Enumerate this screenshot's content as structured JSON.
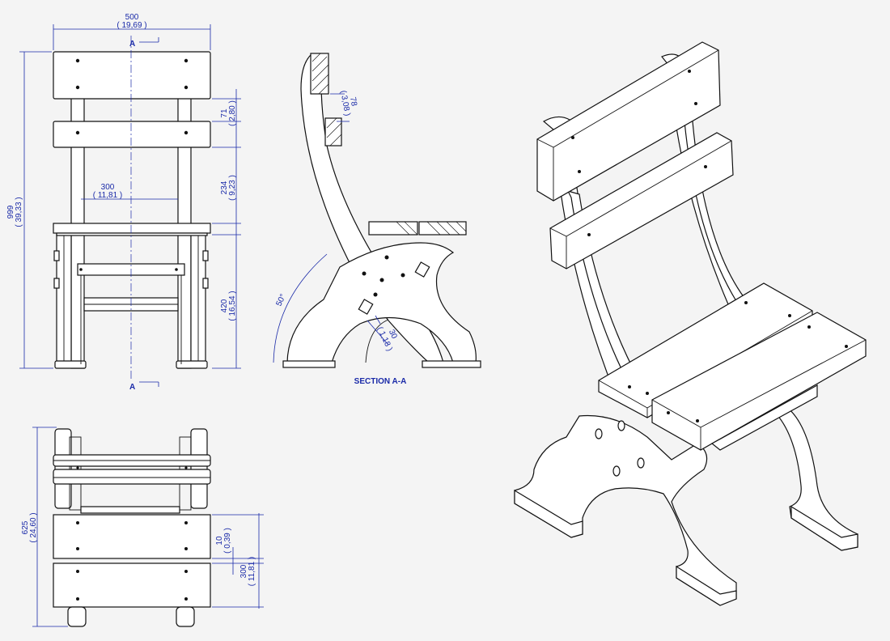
{
  "front_view": {
    "width_mm": "500",
    "width_in": "( 19,69 )",
    "height_mm": "999",
    "height_in": "( 39,33 )",
    "section_mark_top": "A",
    "section_mark_bottom": "A",
    "inner_width_mm": "300",
    "inner_width_in": "( 11,81 )",
    "rail_gap_mm": "71",
    "rail_gap_in": "( 2,80 )",
    "back_gap_mm": "234",
    "back_gap_in": "( 9,23 )",
    "seat_height_mm": "420",
    "seat_height_in": "( 16,54 )"
  },
  "section_view": {
    "title": "SECTION A-A",
    "slat_mm": "78",
    "slat_in": "( 3,08 )",
    "angle": "50°",
    "offset_mm": "30",
    "offset_in": "( 1,18 )"
  },
  "top_view": {
    "depth_mm": "625",
    "depth_in": "( 24,60 )",
    "gap_mm": "10",
    "gap_in": "( 0,39 )",
    "slat_width_mm": "300",
    "slat_width_in": "( 11,81 )"
  },
  "colors": {
    "dimension": "#1a2aa8",
    "line": "#111111",
    "background": "#f4f4f4"
  }
}
